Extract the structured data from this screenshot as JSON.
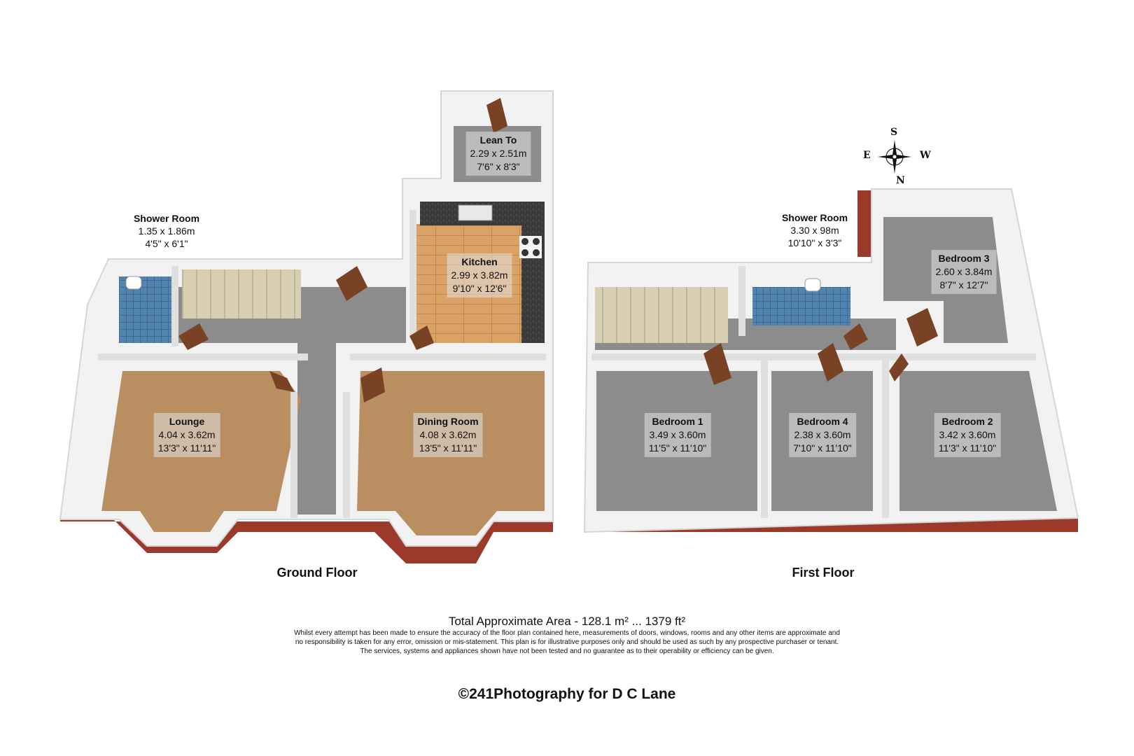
{
  "compass": {
    "s": "S",
    "e": "E",
    "w": "W",
    "n": "N"
  },
  "rooms": {
    "lean_to": {
      "name": "Lean To",
      "metric": "2.29 x 2.51m",
      "imperial": "7'6\" x 8'3\""
    },
    "kitchen": {
      "name": "Kitchen",
      "metric": "2.99 x 3.82m",
      "imperial": "9'10\" x 12'6\""
    },
    "shower_ground": {
      "name": "Shower Room",
      "metric": "1.35 x 1.86m",
      "imperial": "4'5\" x 6'1\""
    },
    "lounge": {
      "name": "Lounge",
      "metric": "4.04 x 3.62m",
      "imperial": "13'3\" x 11'11\""
    },
    "dining": {
      "name": "Dining Room",
      "metric": "4.08 x 3.62m",
      "imperial": "13'5\" x 11'11\""
    },
    "shower_first": {
      "name": "Shower Room",
      "metric": "3.30 x 98m",
      "imperial": "10'10\" x 3'3\""
    },
    "bedroom3": {
      "name": "Bedroom 3",
      "metric": "2.60 x 3.84m",
      "imperial": "8'7\" x 12'7\""
    },
    "bedroom1": {
      "name": "Bedroom 1",
      "metric": "3.49 x 3.60m",
      "imperial": "11'5\" x 11'10\""
    },
    "bedroom4": {
      "name": "Bedroom 4",
      "metric": "2.38 x 3.60m",
      "imperial": "7'10\" x 11'10\""
    },
    "bedroom2": {
      "name": "Bedroom 2",
      "metric": "3.42 x 3.60m",
      "imperial": "11'3\" x 11'10\""
    }
  },
  "floors": {
    "ground": "Ground Floor",
    "first": "First Floor"
  },
  "footer": {
    "total_area": "Total Approximate Area - 128.1 m² ... 1379 ft²",
    "disclaimer": [
      "Whilst every attempt has been made to ensure the accuracy of the floor plan contained here, measurements of doors, windows, rooms and any other items are approximate and",
      "no responsibility is taken for any error, omission or mis-statement.  This plan is for illustrative purposes only and should be used as such by any prospective purchaser or tenant.",
      "The services, systems and appliances shown have not been tested and no guarantee as to their operability or efficiency can be given."
    ],
    "copyright": "©241Photography for D C Lane"
  },
  "colors": {
    "brick": "#9b3a2a",
    "wall": "#f4f4f4",
    "floor_grey": "#8c8c8c",
    "carpet": "#b98f61",
    "wood": "#d9a066",
    "tile": "#4f7fa8",
    "worktop": "#3c3c3c",
    "door": "#7a4224"
  }
}
